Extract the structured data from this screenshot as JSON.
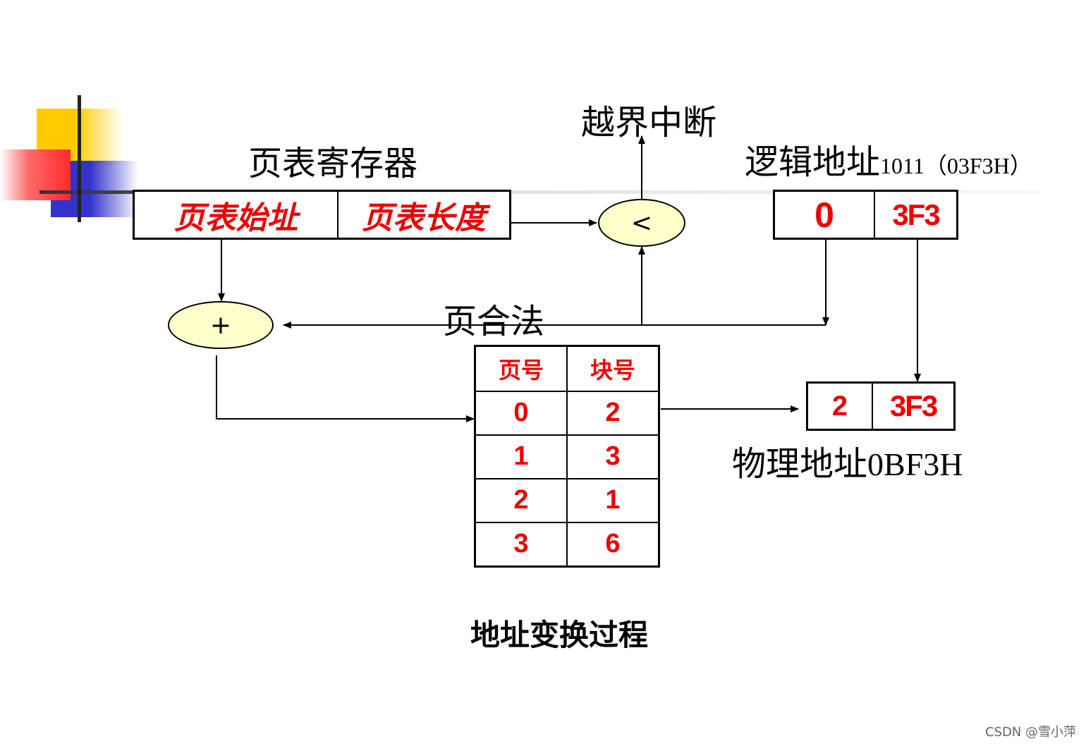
{
  "labels": {
    "page_table_register": "页表寄存器",
    "bounds_interrupt": "越界中断",
    "logical_address_prefix": "逻辑地址",
    "logical_address_value": "1011（03F3H）",
    "page_legal": "页合法",
    "physical_address_prefix": "物理地址",
    "physical_address_value": "0BF3H",
    "caption": "地址变换过程",
    "watermark": "CSDN @雪小萍"
  },
  "register": {
    "start": "页表始址",
    "length": "页表长度"
  },
  "comparator_symbol": "<",
  "adder_symbol": "+",
  "logical_address": {
    "page": "0",
    "offset": "3F3"
  },
  "physical_address": {
    "block": "2",
    "offset": "3F3"
  },
  "page_table": {
    "headers": [
      "页号",
      "块号"
    ],
    "rows": [
      [
        "0",
        "2"
      ],
      [
        "1",
        "3"
      ],
      [
        "2",
        "1"
      ],
      [
        "3",
        "6"
      ]
    ]
  },
  "colors": {
    "value_red": "#ee0000",
    "oval_fill": "#ffffcc"
  }
}
